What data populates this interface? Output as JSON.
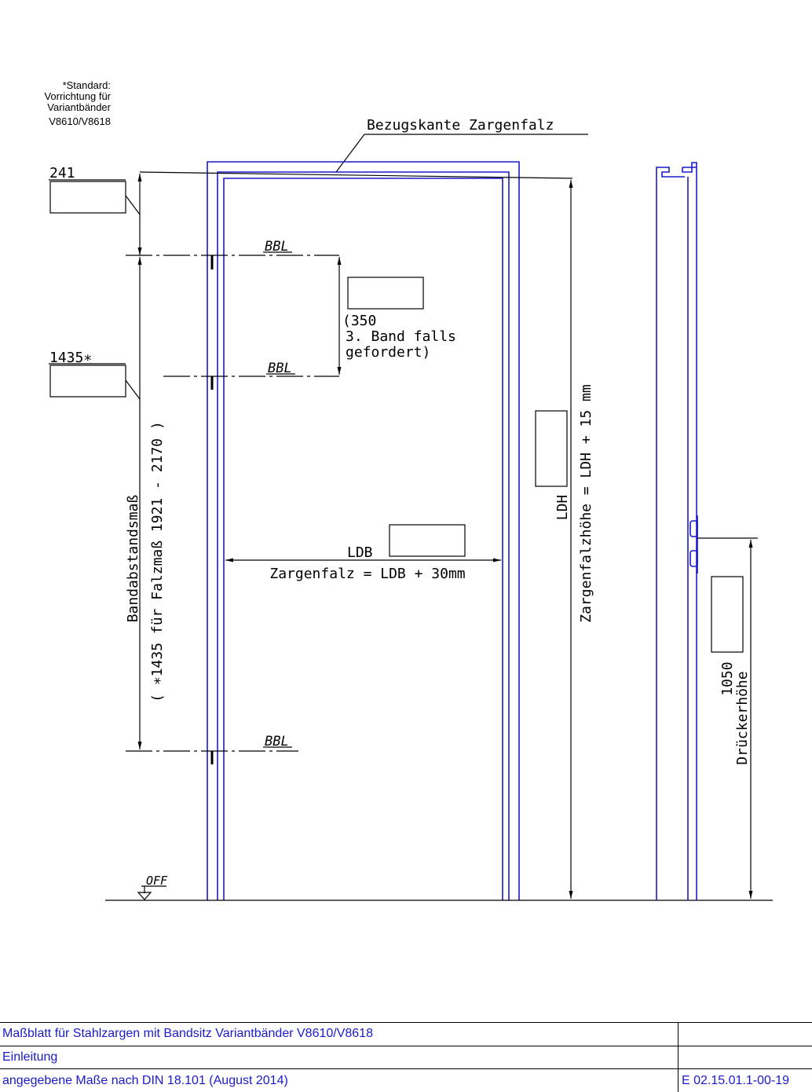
{
  "drawing": {
    "standard_note": [
      "*Standard:",
      "Vorrichtung für",
      "Variantbänder",
      "V8610/V8618"
    ],
    "reference_edge_label": "Bezugskante Zargenfalz",
    "dim_241": "241",
    "dim_1435": "1435∗",
    "bbl_label": "BBL",
    "third_hinge_note": [
      "(350",
      "3. Band falls",
      "gefordert)"
    ],
    "hinge_spacing_label": "Bandabstandsmaß",
    "hinge_spacing_note": "( ∗1435 für Falzmaß 1921 - 2170 )",
    "ldb_label": "LDB",
    "frame_width_formula": "Zargenfalz = LDB + 30mm",
    "ldh_label": "LDH",
    "frame_height_formula": "Zargenfalzhöhe = LDH + 15 mm",
    "handle_height_value": "1050",
    "handle_height_label": "Drückerhöhe",
    "floor_label": "OFF"
  },
  "title_block": {
    "rows": [
      {
        "left": "Maßblatt für Stahlzargen mit Bandsitz Variantbänder V8610/V8618",
        "right": ""
      },
      {
        "left": "Einleitung",
        "right": ""
      },
      {
        "left": "angegebene Maße nach DIN 18.101   (August 2014)",
        "right": "E 02.15.01.1-00-19"
      }
    ]
  },
  "colors": {
    "frame_lines": "#1a1acc",
    "dimension_lines": "#000000",
    "title_text": "#1a1acc"
  }
}
